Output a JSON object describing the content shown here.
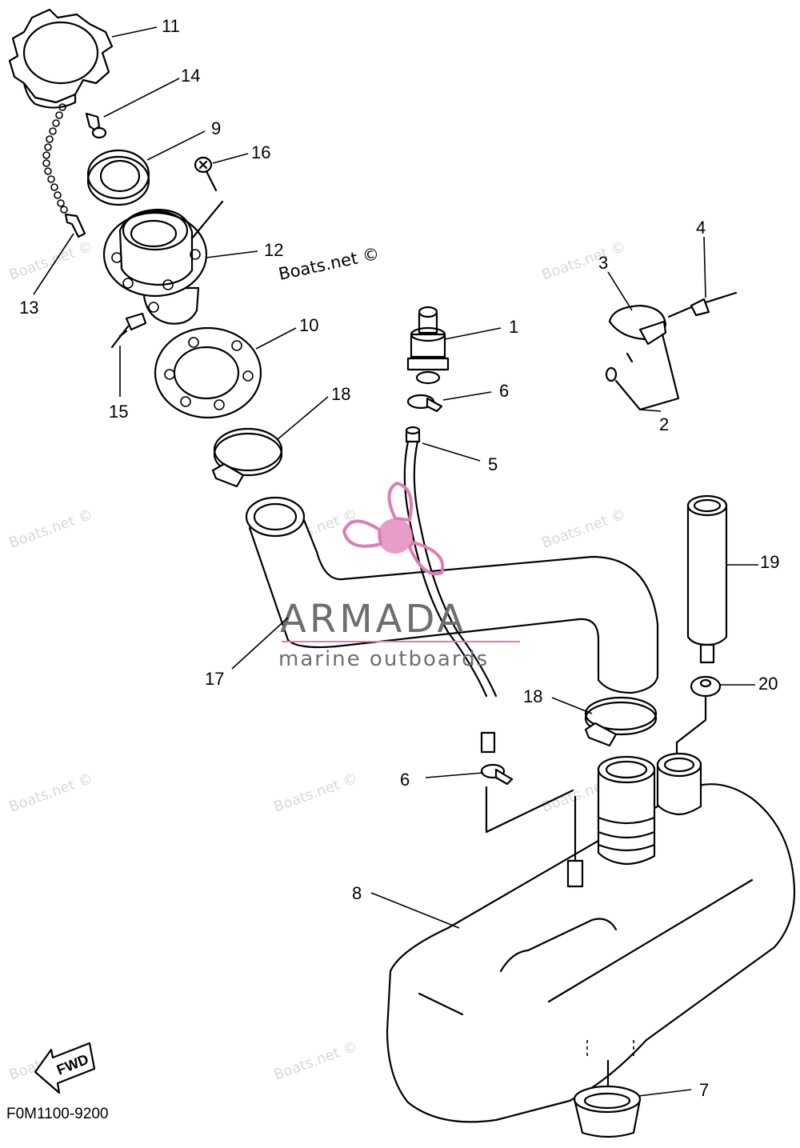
{
  "callouts": [
    "1",
    "2",
    "3",
    "4",
    "5",
    "6",
    "6",
    "7",
    "8",
    "9",
    "10",
    "11",
    "12",
    "13",
    "14",
    "15",
    "16",
    "17",
    "18",
    "18",
    "19",
    "20"
  ],
  "watermark": {
    "text": "Boats.net ©",
    "color": "#d8d8d8"
  },
  "brand": {
    "name": "ARMADA",
    "tagline": "marine outboards",
    "accent_color": "#e07cb5",
    "text_color": "#6e6e6e"
  },
  "diagram_code": "F0M1100-9200",
  "fwd_label": "FWD"
}
